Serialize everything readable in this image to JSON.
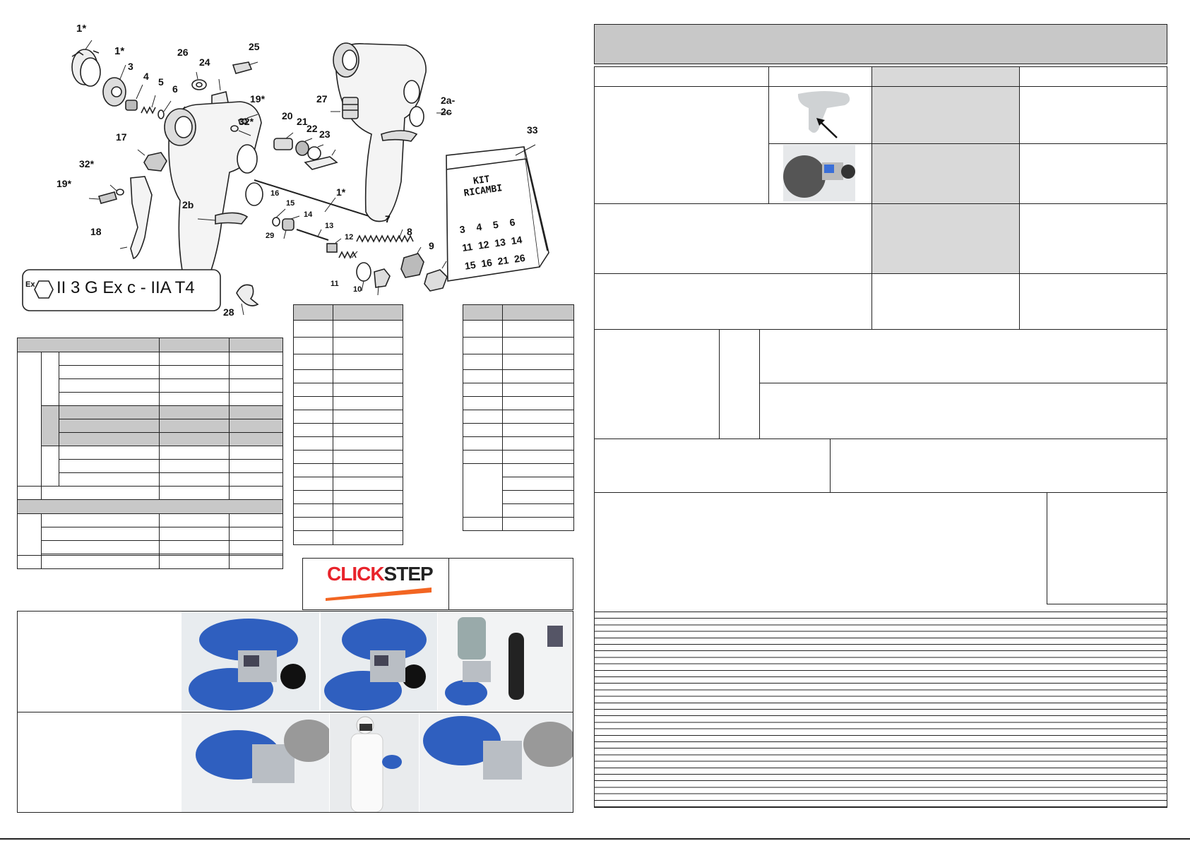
{
  "exploded_view": {
    "part_callouts": [
      "1*",
      "1*",
      "3",
      "4",
      "5",
      "6",
      "26",
      "24",
      "25",
      "19*",
      "32*",
      "20",
      "21",
      "22",
      "23",
      "17",
      "32*",
      "19*",
      "18",
      "2b",
      "16",
      "15",
      "29",
      "14",
      "13",
      "12",
      "11",
      "10",
      "1*",
      "7",
      "8",
      "9",
      "28",
      "27",
      "2a-2c",
      "33"
    ],
    "kit_bag": {
      "title_line1": "KIT",
      "title_line2": "RICAMBI",
      "rows": [
        [
          "3",
          "4",
          "5",
          "6"
        ],
        [
          "11",
          "12",
          "13",
          "14"
        ],
        [
          "15",
          "16",
          "21",
          "26"
        ]
      ]
    },
    "atex_marking": "II 3 G Ex c - IIA T4",
    "ex_symbol": "Ex"
  },
  "clickstep_logo": {
    "text_red": "CLICK",
    "text_dark": "STEP",
    "brand_color": "#e8232b",
    "underline_color": "#f26522"
  },
  "colors": {
    "header_gray": "#c8c8c8",
    "cell_gray": "#d9d9d9",
    "glove_blue": "#2f5fbf"
  },
  "icons": [
    "ex-hexagon-icon",
    "trigger-arrow-icon"
  ]
}
